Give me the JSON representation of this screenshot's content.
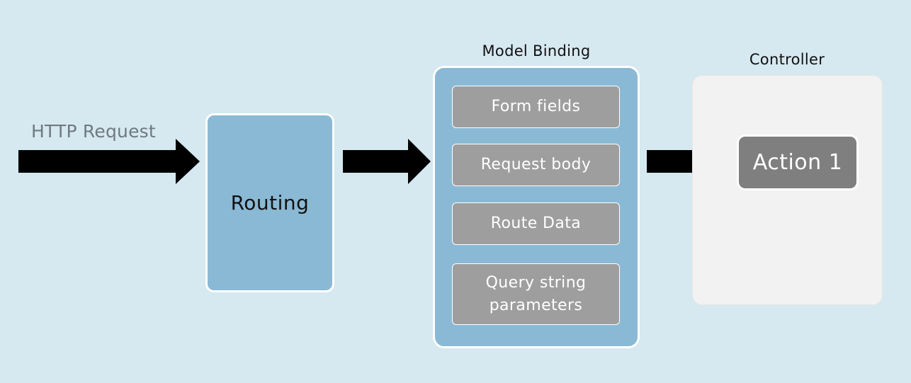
{
  "diagram": {
    "input_label": "HTTP Request",
    "routing": {
      "label": "Routing"
    },
    "model_binding": {
      "title": "Model Binding",
      "sources": [
        {
          "label": "Form fields"
        },
        {
          "label": "Request body"
        },
        {
          "label": "Route Data"
        },
        {
          "label": "Query string parameters"
        }
      ]
    },
    "controller": {
      "title": "Controller",
      "action": {
        "label": "Action 1"
      }
    }
  },
  "colors": {
    "background": "#d6e8f0",
    "stage_fill": "#8ab9d5",
    "source_fill": "#9e9e9e",
    "controller_fill": "#f2f2f2",
    "action_fill": "#7f7f7f",
    "arrow": "#000000"
  }
}
